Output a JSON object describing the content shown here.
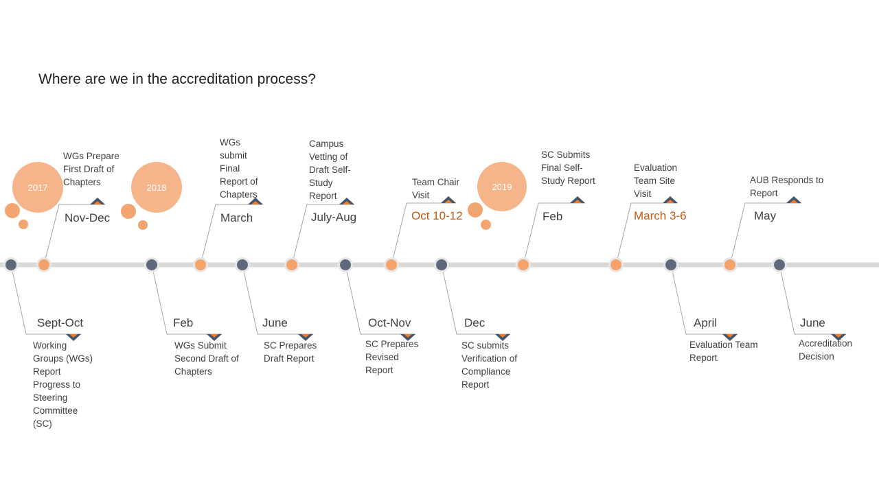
{
  "title": "Where are we in the accreditation process?",
  "colors": {
    "line": "#d9d9d9",
    "orange": "#f4a46a",
    "gray": "#5d6a7e",
    "peach": "#f5b48a",
    "bubble": "#f2a471",
    "highlight": "#c55a11",
    "chevron_orange": "#ed7d31",
    "chevron_gray": "#44546a"
  },
  "years": [
    "2017",
    "2018",
    "2019"
  ],
  "above": [
    {
      "date": "Nov-Dec",
      "desc": "WGs Prepare First Draft of Chapters",
      "highlight": false
    },
    {
      "date": "March",
      "desc": "WGs submit Final Report of Chapters",
      "highlight": false
    },
    {
      "date": "July-Aug",
      "desc": "Campus Vetting of Draft Self-Study Report",
      "highlight": false
    },
    {
      "date": "Oct 10-12",
      "desc": "Team Chair Visit",
      "highlight": true
    },
    {
      "date": "Feb",
      "desc": "SC Submits Final Self-Study Report",
      "highlight": false
    },
    {
      "date": "March 3-6",
      "desc": "Evaluation Team Site Visit",
      "highlight": true
    },
    {
      "date": "May",
      "desc": "AUB Responds to Report",
      "highlight": false
    }
  ],
  "below": [
    {
      "date": "Sept-Oct",
      "desc": "Working Groups (WGs) Report Progress to Steering Committee (SC)"
    },
    {
      "date": "Feb",
      "desc": "WGs Submit Second Draft of Chapters"
    },
    {
      "date": "June",
      "desc": "SC Prepares Draft Report"
    },
    {
      "date": "Oct-Nov",
      "desc": "SC Prepares Revised Report"
    },
    {
      "date": "Dec",
      "desc": "SC submits Verification of Compliance Report"
    },
    {
      "date": "April",
      "desc": "Evaluation Team Report"
    },
    {
      "date": "June",
      "desc": "Accreditation Decision"
    }
  ]
}
